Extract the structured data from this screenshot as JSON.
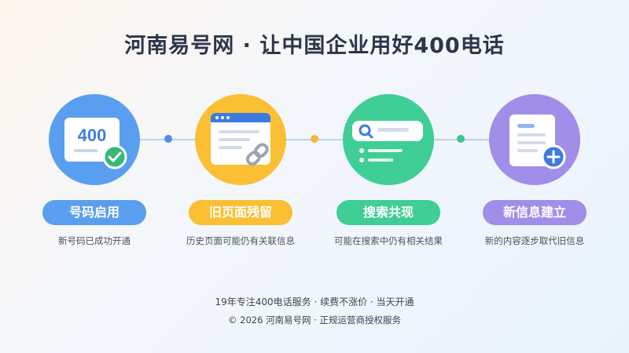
{
  "title": "河南易号网 · 让中国企业用好400电话",
  "steps": [
    {
      "icon": "phone-number-card-icon",
      "badge_text": "400",
      "label": "号码启用",
      "description": "新号码已成功开通",
      "color": "#5a9ef0"
    },
    {
      "icon": "old-webpage-link-icon",
      "label": "旧页面残留",
      "description": "历史页面可能仍有关联信息",
      "color": "#fbbf33"
    },
    {
      "icon": "search-results-icon",
      "label": "搜索共现",
      "description": "可能在搜索中仍有相关结果",
      "color": "#3fce95"
    },
    {
      "icon": "new-document-add-icon",
      "label": "新信息建立",
      "description": "新的内容逐步取代旧信息",
      "color": "#a08ee8"
    }
  ],
  "connector_dots": [
    "#4d8fe6",
    "#f6b636",
    "#3cc48c"
  ],
  "footer": {
    "line1": "19年专注400电话服务 · 续费不涨价 · 当天开通",
    "line2": "© 2026 河南易号网 · 正规运营商授权服务"
  }
}
